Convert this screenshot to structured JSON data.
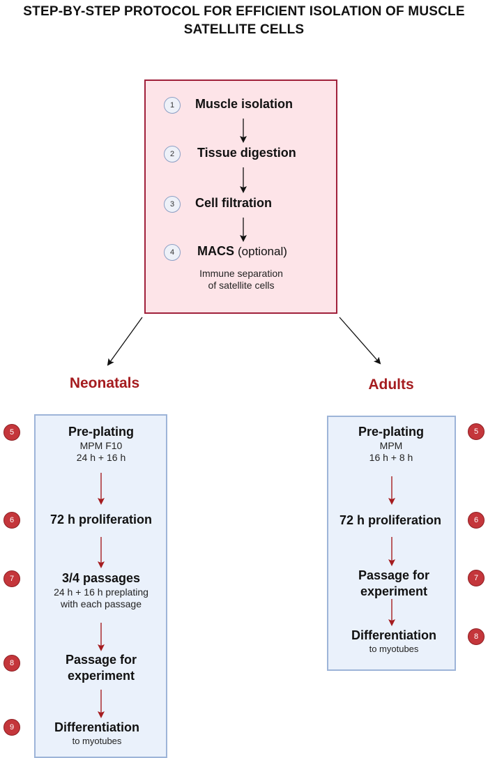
{
  "title": {
    "line1": "STEP-BY-STEP PROTOCOL FOR EFFICIENT ISOLATION OF MUSCLE",
    "line2": "SATELLITE CELLS"
  },
  "steps": [
    {
      "num": "1",
      "label": "Muscle isolation"
    },
    {
      "num": "2",
      "label": "Tissue digestion"
    },
    {
      "num": "3",
      "label": "Cell filtration"
    },
    {
      "num": "4",
      "label": "MACS",
      "label_note": "(optional)",
      "sub1": "Immune separation",
      "sub2": "of satellite cells"
    }
  ],
  "neonatals": {
    "heading": "Neonatals",
    "steps": [
      {
        "num": "5",
        "label": "Pre-plating",
        "sub1": "MPM F10",
        "sub2": "24 h + 16 h"
      },
      {
        "num": "6",
        "label": "72 h proliferation"
      },
      {
        "num": "7",
        "label": "3/4 passages",
        "sub1": "24 h + 16 h preplating",
        "sub2": "with each passage"
      },
      {
        "num": "8",
        "label1": "Passage for",
        "label2": "experiment"
      },
      {
        "num": "9",
        "label": "Differentiation",
        "sub1": "to myotubes"
      }
    ]
  },
  "adults": {
    "heading": "Adults",
    "steps": [
      {
        "num": "5",
        "label": "Pre-plating",
        "sub1": "MPM",
        "sub2": "16 h + 8 h"
      },
      {
        "num": "6",
        "label": "72 h proliferation"
      },
      {
        "num": "7",
        "label1": "Passage for",
        "label2": "experiment"
      },
      {
        "num": "8",
        "label": "Differentiation",
        "sub1": "to myotubes"
      }
    ]
  },
  "colors": {
    "accent_red": "#a51c1f",
    "pink_fill": "#fde4e8",
    "pink_border": "#a0203a",
    "blue_fill": "#eaf1fb",
    "blue_border": "#9db4d8"
  }
}
